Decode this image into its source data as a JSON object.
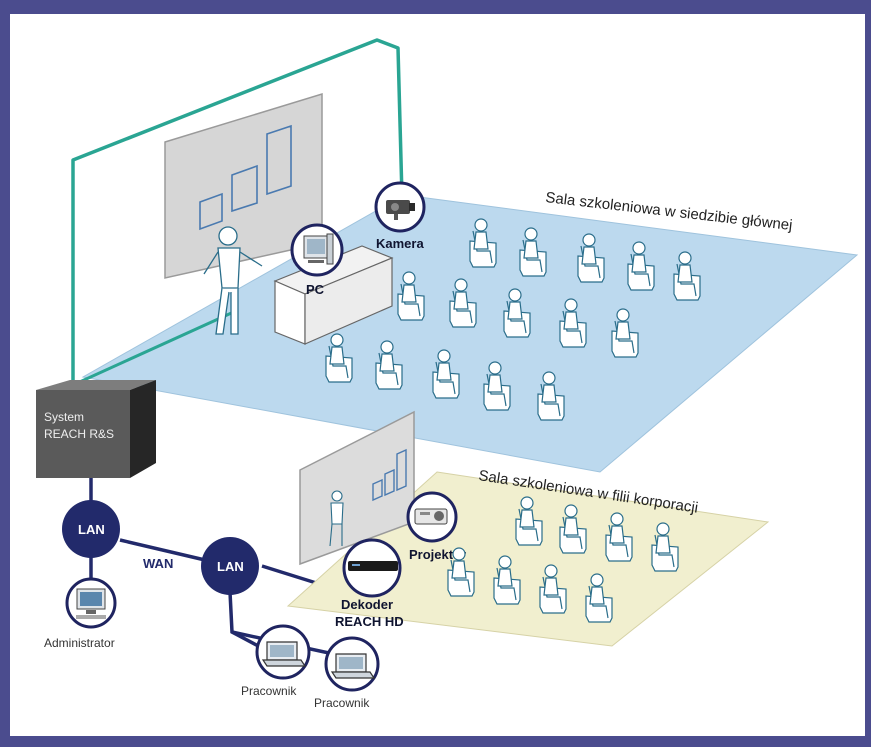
{
  "colors": {
    "frame": "#4b4c8e",
    "canvas": "#ffffff",
    "main_floor": "#bcd9ee",
    "branch_floor": "#f1efcf",
    "cable_teal": "#2aa593",
    "network_navy": "#222a6b",
    "box_dark": "#404040"
  },
  "labels": {
    "main_room": "Sala szkoleniowa w siedzibie głównej",
    "branch_room": "Sala szkoleniowa w filii korporacji",
    "camera": "Kamera",
    "pc": "PC",
    "system_line1": "System",
    "system_line2": "REACH R&S",
    "lan_left": "LAN",
    "lan_right": "LAN",
    "wan": "WAN",
    "administrator": "Administrator",
    "worker1": "Pracownik",
    "worker2": "Pracownik",
    "projector": "Projektor",
    "decoder_line1": "Dekoder",
    "decoder_line2": "REACH HD"
  },
  "icons": {
    "camera": "security-camera-icon",
    "pc": "desktop-pc-icon",
    "administrator": "workstation-icon",
    "worker": "laptop-icon",
    "projector": "projector-icon",
    "decoder": "decoder-box-icon",
    "person": "seated-person-icon"
  }
}
